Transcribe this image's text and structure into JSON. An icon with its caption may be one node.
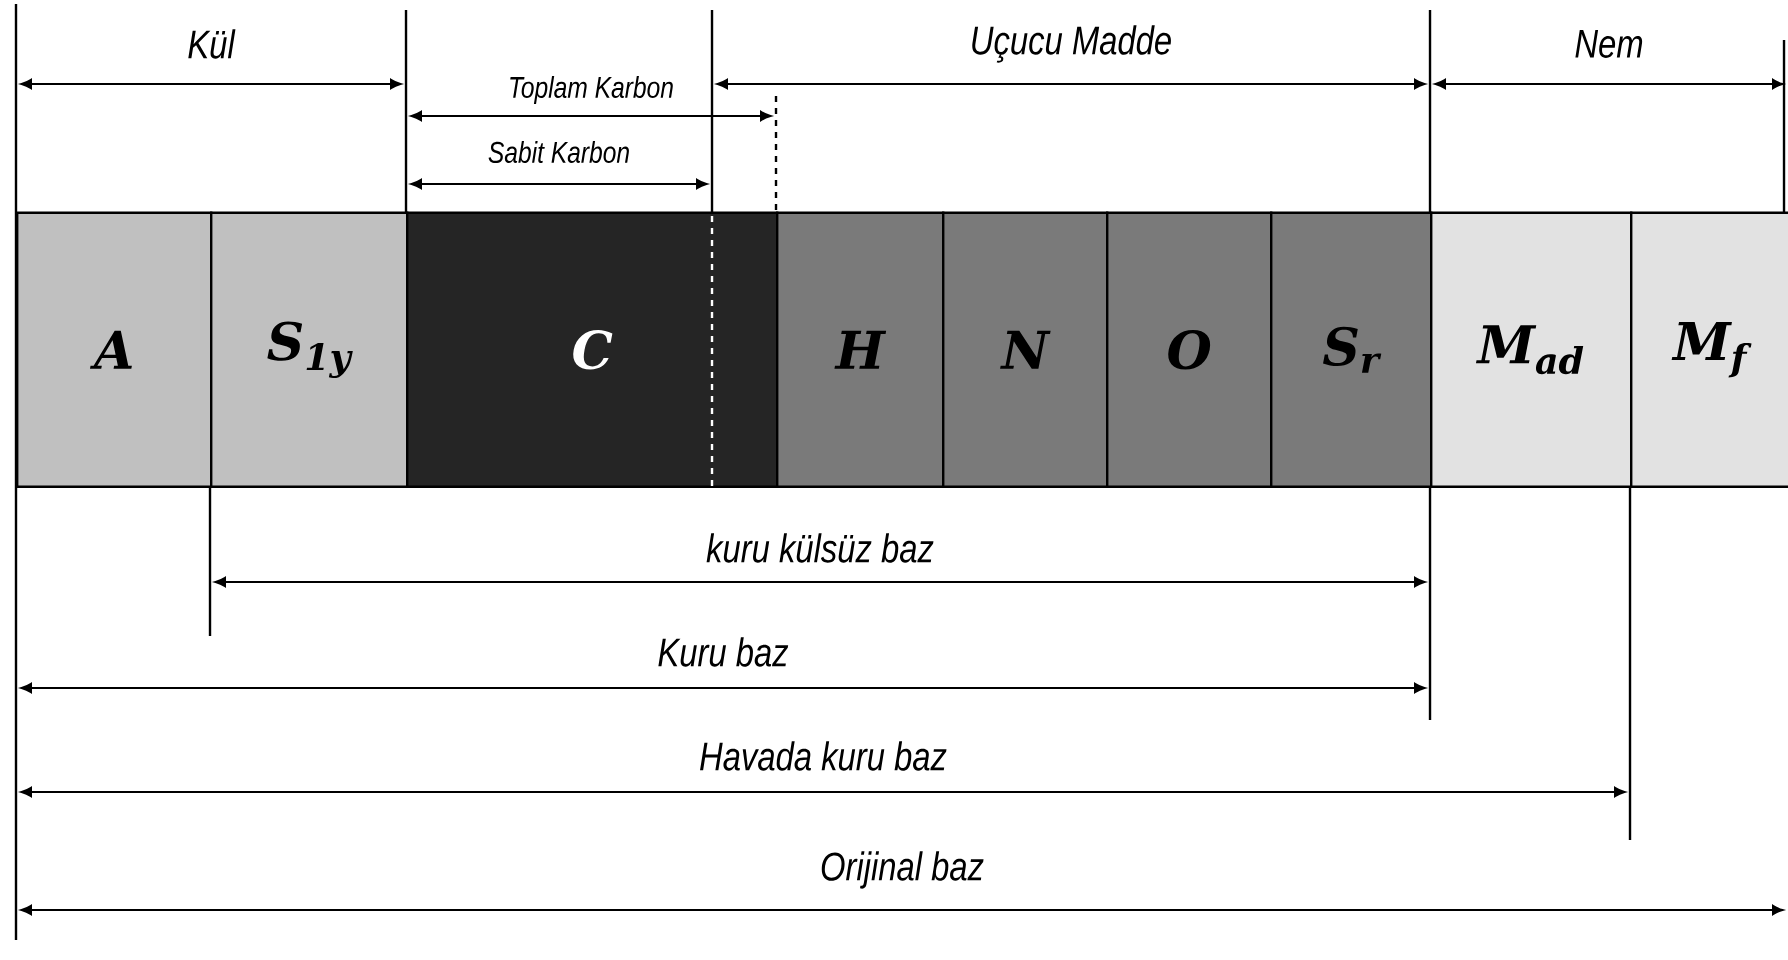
{
  "diagram": {
    "nodes": [
      {
        "text": [
          "A"
        ]
      },
      {
        "text": [
          "S$_{1y}$"
        ]
      },
      {
        "text": [
          "C"
        ]
      },
      {
        "text": [
          "H"
        ]
      },
      {
        "text": [
          "N"
        ]
      },
      {
        "text": [
          "O"
        ]
      },
      {
        "text": [
          "S$_{r}$"
        ]
      },
      {
        "text": [
          "M$_{ad}$"
        ]
      },
      {
        "text": [
          "M$_{f}$"
        ]
      }
    ],
    "labels": [
      "Kül",
      "Uçucu Madde",
      "Nem",
      "Toplam Karbon",
      "Sabit Karbon",
      "kuru külsüz baz",
      "Kuru baz",
      "Havada kuru baz",
      "Orijinal baz"
    ]
  }
}
